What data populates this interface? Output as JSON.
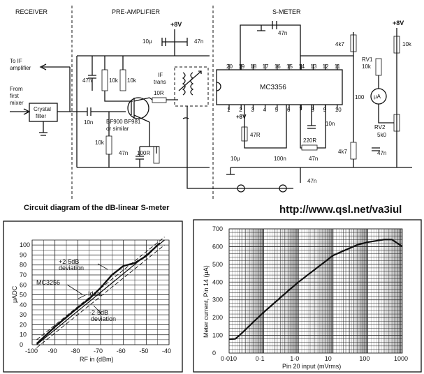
{
  "sections": {
    "receiver": "RECEIVER",
    "preamp": "PRE-AMPLIFIER",
    "smeter": "S-METER"
  },
  "labels": {
    "to_if": "To IF",
    "amplifier": "amplifier",
    "from": "From",
    "first": "first",
    "mixer": "mixer",
    "crystal": "Crystal",
    "filter": "filter",
    "if_trans_1": "IF",
    "if_trans_2": "trans",
    "bf_1": "BF900 BF981",
    "bf_2": "or similar",
    "ic": "MC3356",
    "plus8v": "+8V",
    "rv1_1": "RV1",
    "rv1_2": "10k",
    "rv2_1": "RV2",
    "rv2_2": "5k0",
    "meter": "100",
    "meter_unit": "μA",
    "c_47n": "47n",
    "c_10u": "10μ",
    "c_10n": "10n",
    "c_100n": "100n",
    "r_10k": "10k",
    "r_10R": "10R",
    "r_100R": "100R",
    "r_47R": "47R",
    "r_220R": "220R",
    "r_4k7": "4k7"
  },
  "pins_top": [
    "20",
    "19",
    "18",
    "17",
    "16",
    "15",
    "14",
    "13",
    "12",
    "11"
  ],
  "pins_bottom": [
    "1",
    "2",
    "3",
    "4",
    "5",
    "6",
    "7",
    "8",
    "9",
    "10"
  ],
  "caption": "Circuit diagram of the dB-linear S-meter",
  "url": "http://www.qsl.net/va3iul",
  "chart_data": [
    {
      "type": "line",
      "xlabel": "RF in (dBm)",
      "ylabel": "μADC",
      "xlim": [
        -100,
        -40
      ],
      "ylim": [
        0,
        105
      ],
      "x_ticks": [
        "-100",
        "-90",
        "-80",
        "-70",
        "-60",
        "-50",
        "-40"
      ],
      "y_ticks": [
        "0",
        "10",
        "20",
        "30",
        "40",
        "50",
        "60",
        "70",
        "80",
        "90",
        "100"
      ],
      "grid": true,
      "annotations": [
        "+2·5dB",
        "deviation",
        "MC3256",
        "Ideal",
        "-2·5dB",
        "deviation"
      ],
      "series": [
        {
          "name": "Ideal",
          "x": [
            -98,
            -42
          ],
          "y": [
            0,
            105
          ]
        },
        {
          "name": "+2·5dB",
          "x": [
            -98,
            -42
          ],
          "y": [
            5,
            110
          ]
        },
        {
          "name": "-2·5dB",
          "x": [
            -98,
            -42
          ],
          "y": [
            -5,
            100
          ]
        },
        {
          "name": "MC3256",
          "x": [
            -98,
            -90,
            -80,
            -75,
            -70,
            -65,
            -60,
            -55,
            -50,
            -44
          ],
          "y": [
            1,
            18,
            37,
            46,
            57,
            70,
            79,
            82,
            89,
            102
          ]
        }
      ]
    },
    {
      "type": "line",
      "xlabel": "Pin 20 input (mVrms)",
      "ylabel": "Meter current, Pin 14 (μA)",
      "x_scale": "log",
      "xlim": [
        0.01,
        1000
      ],
      "ylim": [
        0,
        700
      ],
      "x_ticks": [
        "0·010",
        "0·1",
        "1·0",
        "10",
        "100",
        "1000"
      ],
      "y_ticks": [
        "0",
        "100",
        "200",
        "300",
        "400",
        "500",
        "600",
        "700"
      ],
      "grid": true,
      "series": [
        {
          "x": [
            0.01,
            0.015,
            0.02,
            0.05,
            0.1,
            0.5,
            1,
            5,
            10,
            50,
            100,
            300,
            500,
            1000
          ],
          "y": [
            78,
            80,
            100,
            175,
            230,
            350,
            400,
            505,
            550,
            610,
            625,
            640,
            640,
            600
          ]
        }
      ]
    }
  ]
}
